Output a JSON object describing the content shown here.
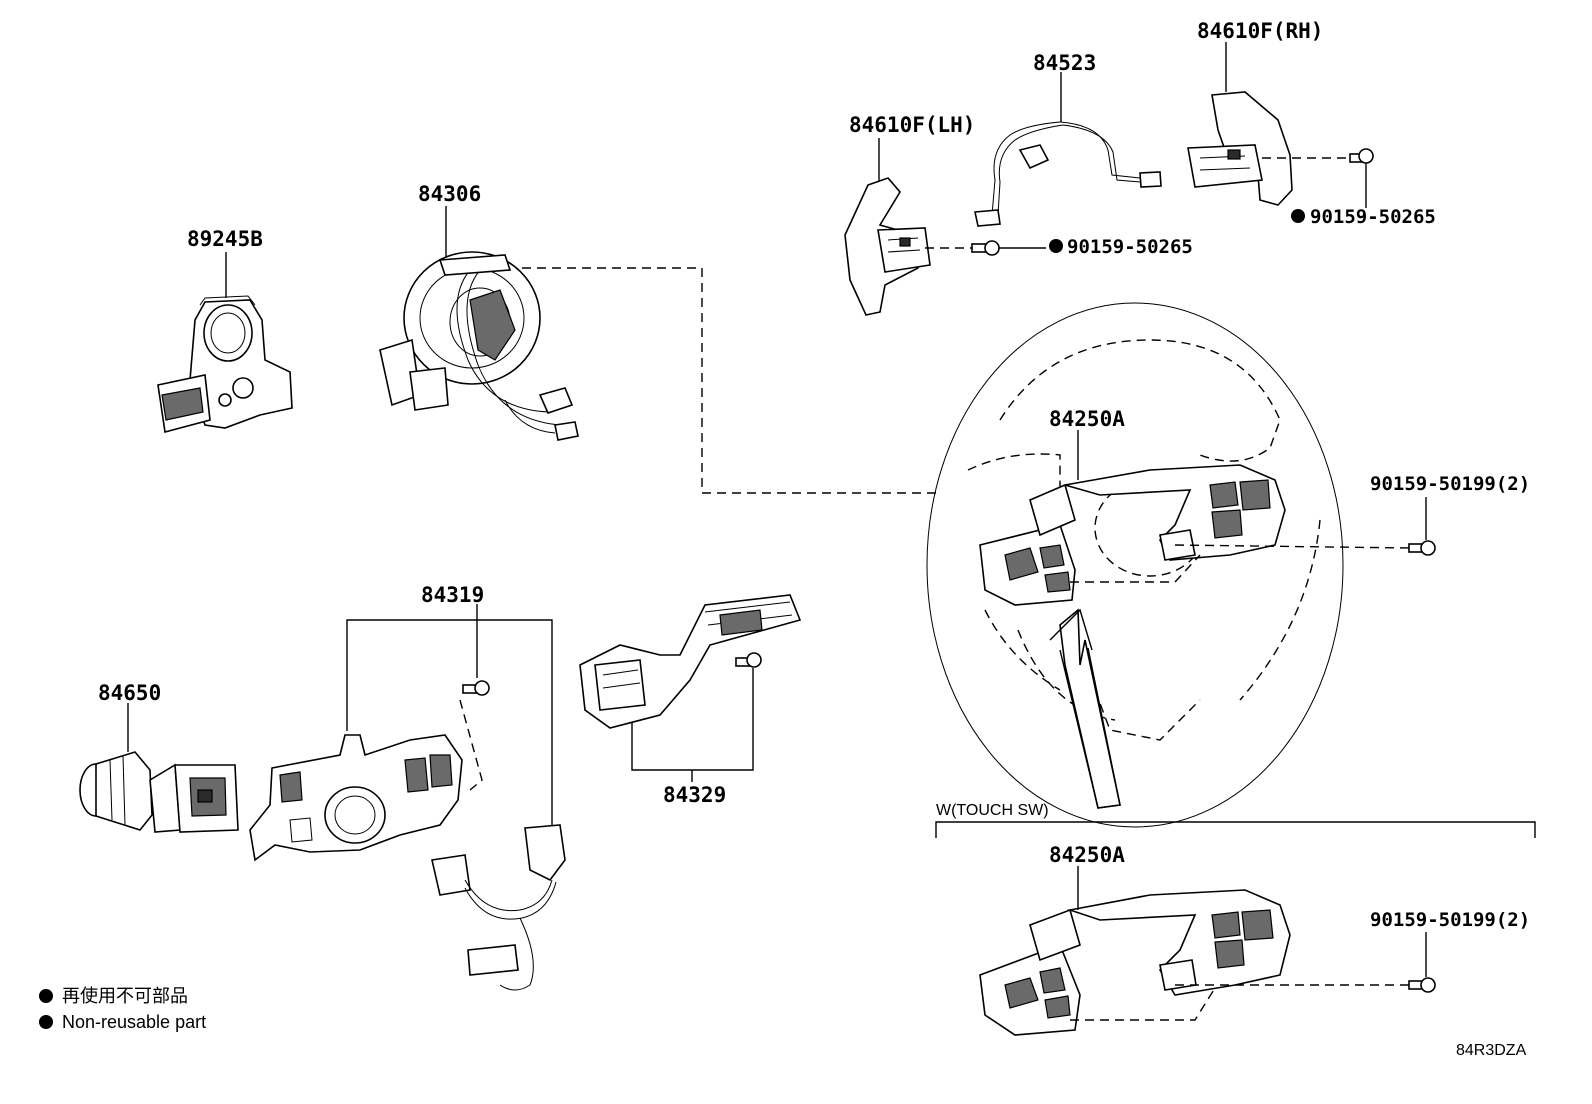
{
  "parts": {
    "p89245B": "89245B",
    "p84306": "84306",
    "p84610F_LH": "84610F(LH)",
    "p84523": "84523",
    "p84610F_RH": "84610F(RH)",
    "p84250A_top": "84250A",
    "p84319": "84319",
    "p84329": "84329",
    "p84650": "84650",
    "p84250A_bottom": "84250A"
  },
  "fasteners": {
    "screw_lh": "90159-50265",
    "screw_rh": "90159-50265",
    "screw_wheel": "90159-50199(2)",
    "screw_touch": "90159-50199(2)"
  },
  "variant_label": "W(TOUCH SW)",
  "legend": {
    "line1": "再使用不可部品",
    "line2": "Non-reusable part"
  },
  "diagram_code": "84R3DZA"
}
